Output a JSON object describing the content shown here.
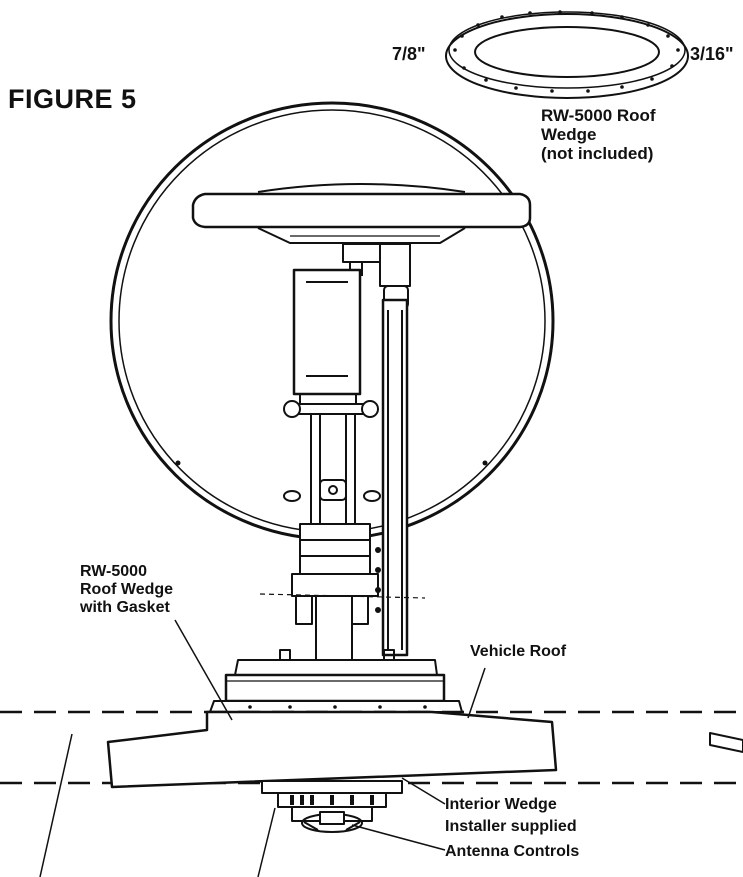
{
  "figure": {
    "title": "FIGURE 5"
  },
  "ring_inset": {
    "left_dimension": "7/8\"",
    "right_dimension": "3/16\"",
    "caption": [
      "RW-5000 Roof",
      "Wedge",
      "(not included)"
    ]
  },
  "callouts": {
    "wedge_with_gasket": [
      "RW-5000",
      "Roof Wedge",
      "with Gasket"
    ],
    "vehicle_roof": "Vehicle Roof",
    "interior_wedge": "Interior Wedge",
    "installer_supplied": "Installer supplied",
    "antenna_controls": "Antenna Controls"
  },
  "colors": {
    "ink": "#111111",
    "background": "#ffffff"
  }
}
